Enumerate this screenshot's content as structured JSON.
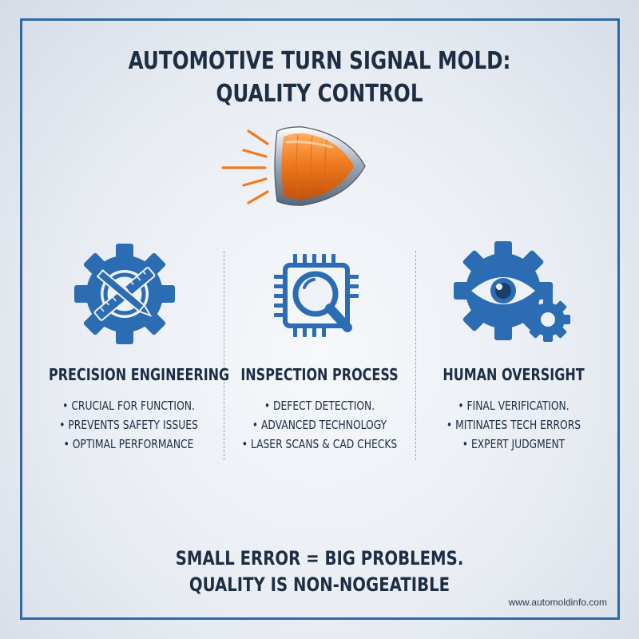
{
  "title": {
    "line1": "AUTOMOTIVE TURN SIGNAL MOLD:",
    "line2": "QUALITY CONTROL"
  },
  "colors": {
    "frame": "#2f68a6",
    "icon_blue": "#2b6cb3",
    "lamp_orange": "#f07a1f",
    "text_dark": "#1c2d44"
  },
  "icons": [
    "turn-signal-lamp-icon",
    "gear-tools-icon",
    "chip-magnifier-icon",
    "gear-eye-icon"
  ],
  "columns": [
    {
      "heading": "PRECISION ENGINEERING",
      "bullets": [
        "CRUCIAL FOR FUNCTION.",
        "PREVENTS SAFETY ISSUES",
        "OPTIMAL PERFORMANCE"
      ]
    },
    {
      "heading": "INSPECTION PROCESS",
      "bullets": [
        "DEFECT DETECTION.",
        "ADVANCED TECHNOLOGY",
        "LASER SCANS & CAD CHECKS"
      ]
    },
    {
      "heading": "HUMAN OVERSIGHT",
      "bullets": [
        "FINAL VERIFICATION.",
        "MITINATES TECH ERRORS",
        "EXPERT JUDGMENT"
      ]
    }
  ],
  "footer": {
    "line1": "SMALL ERROR = BIG PROBLEMS.",
    "line2": "QUALITY IS NON-NOGEATIBLE"
  },
  "website": "www.automoldinfo.com"
}
